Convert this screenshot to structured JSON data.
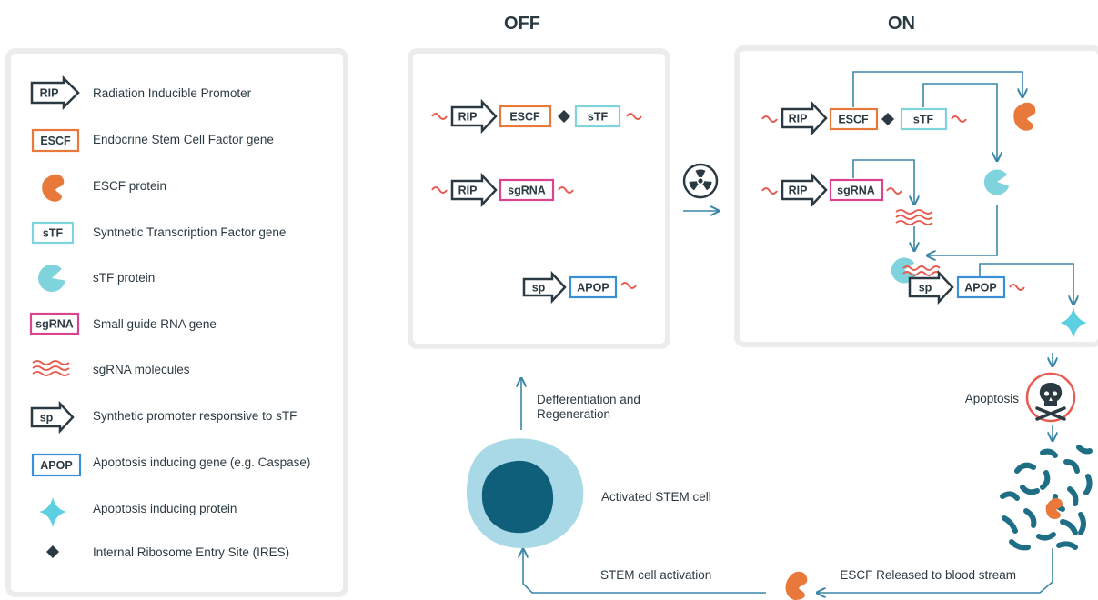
{
  "headers": {
    "off": "OFF",
    "on": "ON"
  },
  "legend": {
    "items": [
      {
        "key": "rip",
        "icon": "rip-promoter-icon",
        "symbol": "RIP",
        "label": "Radiation Inducible Promoter"
      },
      {
        "key": "escf",
        "icon": "escf-gene-icon",
        "symbol": "ESCF",
        "label": "Endocrine Stem Cell Factor gene"
      },
      {
        "key": "escf_protein",
        "icon": "escf-protein-icon",
        "symbol": "",
        "label": "ESCF protein"
      },
      {
        "key": "stf",
        "icon": "stf-gene-icon",
        "symbol": "sTF",
        "label": "Syntnetic Transcription Factor gene"
      },
      {
        "key": "stf_protein",
        "icon": "stf-protein-icon",
        "symbol": "",
        "label": "sTF protein"
      },
      {
        "key": "sgrna",
        "icon": "sgrna-gene-icon",
        "symbol": "sgRNA",
        "label": "Small guide RNA gene"
      },
      {
        "key": "sgrna_mol",
        "icon": "sgrna-molecules-icon",
        "symbol": "",
        "label": "sgRNA molecules"
      },
      {
        "key": "sp",
        "icon": "sp-promoter-icon",
        "symbol": "sp",
        "label": "Synthetic promoter responsive to sTF"
      },
      {
        "key": "apop",
        "icon": "apop-gene-icon",
        "symbol": "APOP",
        "label": "Apoptosis inducing gene (e.g. Caspase)"
      },
      {
        "key": "apop_protein",
        "icon": "apoptosis-protein-icon",
        "symbol": "",
        "label": "Apoptosis inducing protein"
      },
      {
        "key": "ires",
        "icon": "ires-icon",
        "symbol": "",
        "label": "Internal Ribosome Entry Site (IRES)"
      }
    ]
  },
  "genes": {
    "rip": "RIP",
    "escf": "ESCF",
    "stf": "sTF",
    "sgrna": "sgRNA",
    "sp": "sp",
    "apop": "APOP"
  },
  "cycle": {
    "differentiation": "Defferentiation and\nRegeneration",
    "activated_cell": "Activated STEM cell",
    "apoptosis": "Apoptosis",
    "escf_released": "ESCF Released to blood stream",
    "stem_activation": "STEM cell activation"
  },
  "icons": {
    "radiation": "radiation-icon",
    "skull": "skull-crossbones-icon"
  },
  "colors": {
    "text": "#2b3a42",
    "escf": "#e8793a",
    "stf": "#7fd3dc",
    "sgrna": "#d9448c",
    "apop": "#3b8fd6",
    "rna_wave": "#e85a4f",
    "arrow": "#3a86a8",
    "panel_border": "#eeeeee",
    "apoptosis_star": "#5cd0e0",
    "cell_outer": "#a9d9e6",
    "cell_inner": "#0f5f7a",
    "debris": "#1e6f86"
  }
}
